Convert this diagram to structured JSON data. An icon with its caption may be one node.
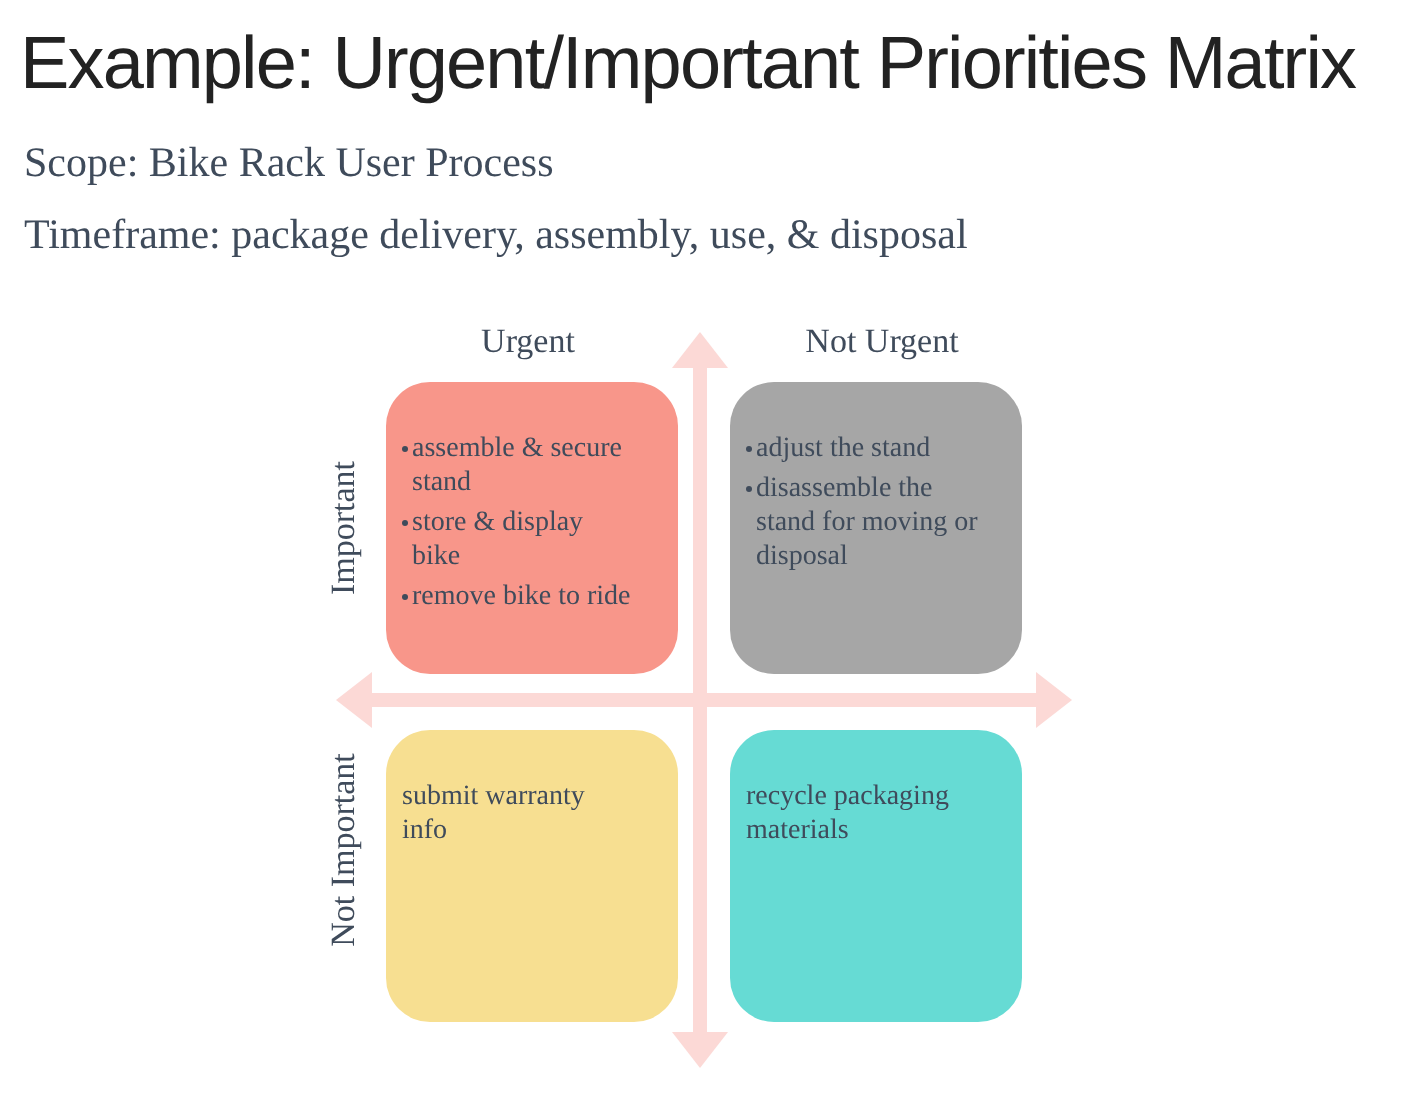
{
  "diagram": {
    "title": "Example: Urgent/Important Priorities Matrix",
    "nodes": [
      {
        "text": [
          "assemble & secure stand",
          "store & display bike",
          "remove bike to ride"
        ]
      },
      {
        "text": [
          "adjust the stand",
          "disassemble the stand for moving or disposal"
        ]
      },
      {
        "text": [
          "submit warranty info"
        ]
      },
      {
        "text": [
          "recycle packaging materials"
        ]
      }
    ],
    "labels": [
      "Scope: Bike Rack User Process",
      "Timeframe: package delivery, assembly, use, & disposal",
      "Urgent",
      "Not Urgent",
      "Important",
      "Not Important"
    ]
  }
}
